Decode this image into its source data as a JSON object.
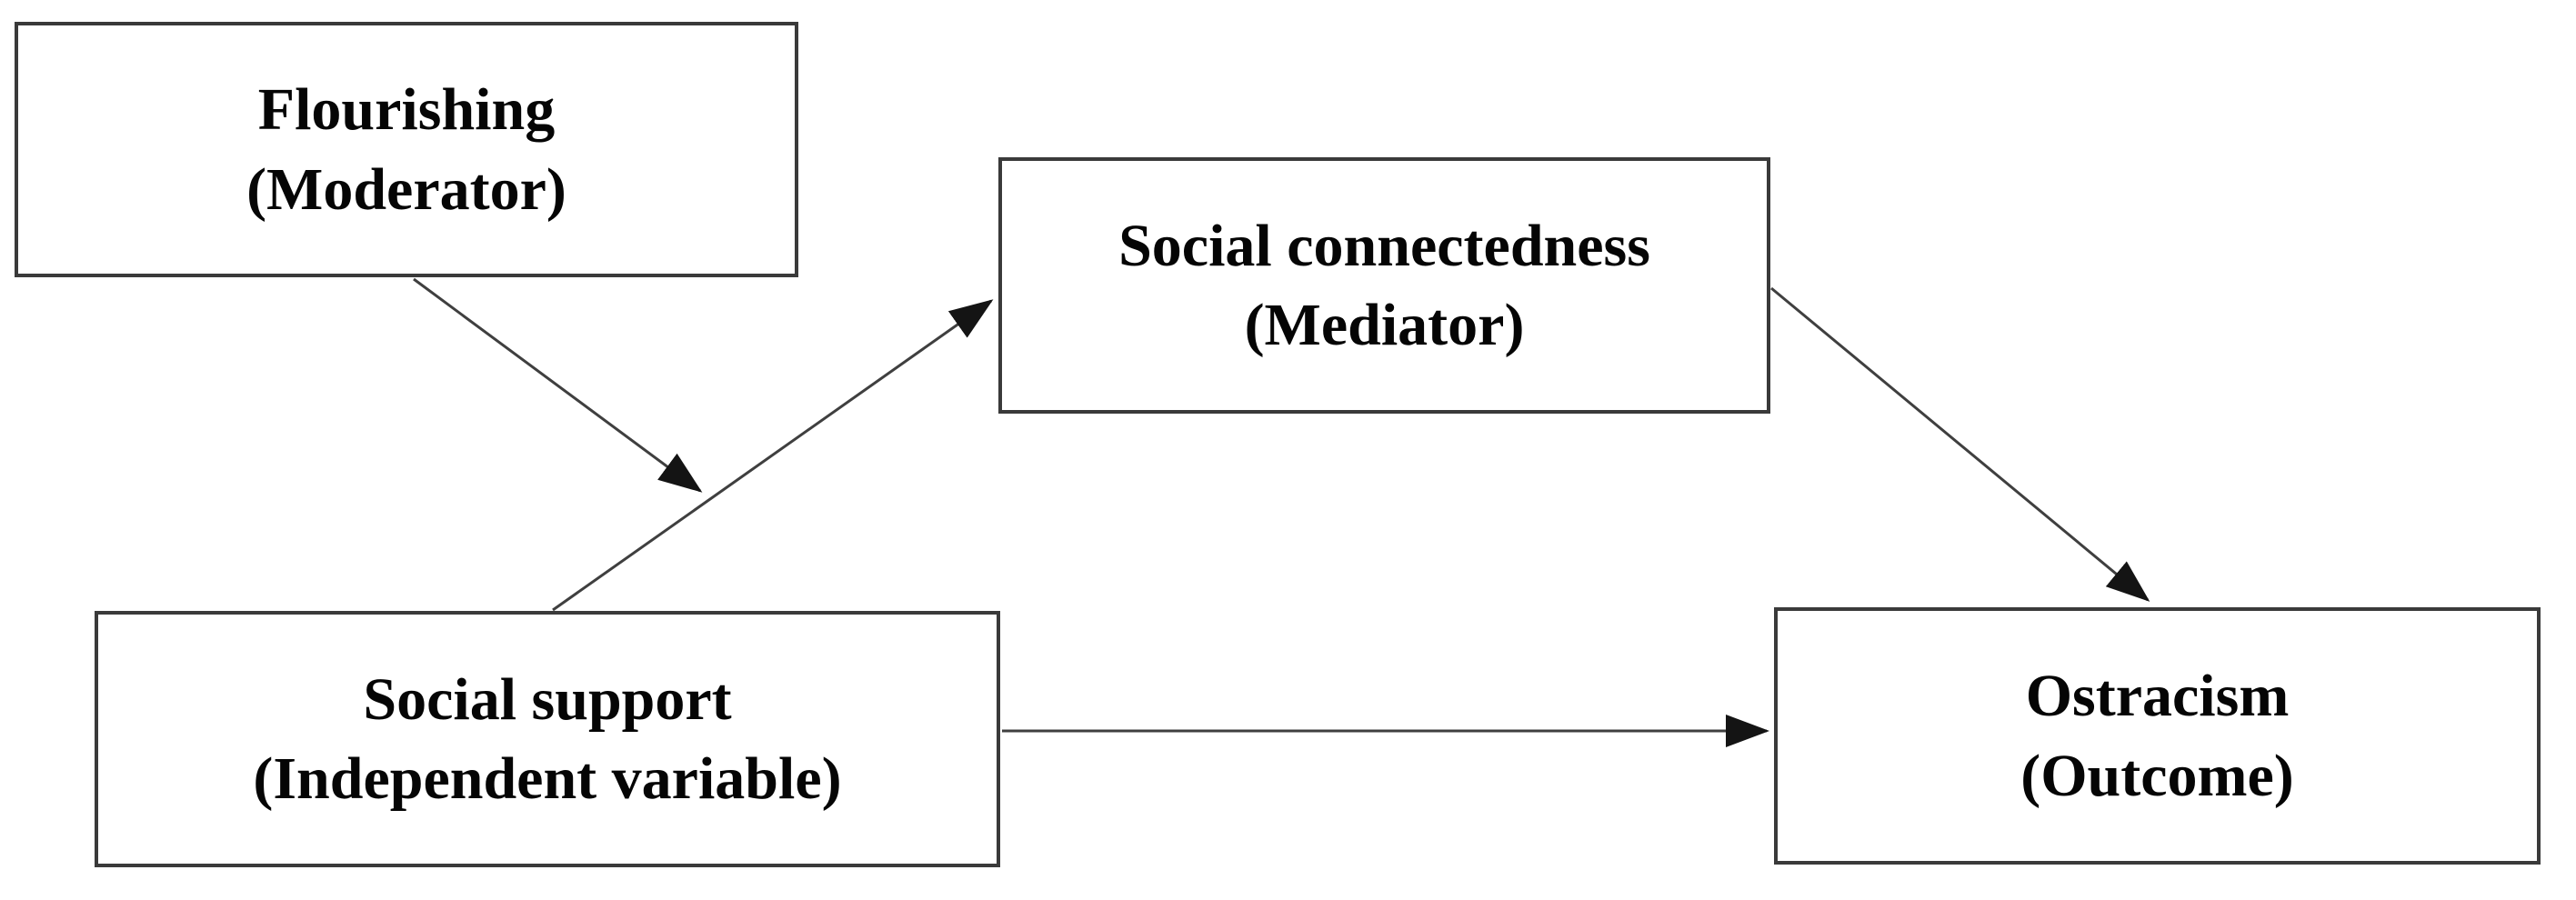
{
  "figure": {
    "type": "path-model-diagram",
    "colors": {
      "bg": "#ffffff",
      "border": "#3a3a3a",
      "line": "#3f3f3f",
      "head": "#141414",
      "text": "#050505"
    },
    "nodes": [
      {
        "id": "flourishing",
        "label": "Flourishing",
        "role": "(Moderator)"
      },
      {
        "id": "social-connectedness",
        "label": "Social connectedness",
        "role": "(Mediator)"
      },
      {
        "id": "social-support",
        "label": "Social support",
        "role": "(Independent variable)"
      },
      {
        "id": "ostracism",
        "label": "Ostracism",
        "role": "(Outcome)"
      }
    ],
    "edges": [
      {
        "name": "support-to-connectedness",
        "from": "social-support",
        "to": "social-connectedness",
        "style": "arrow"
      },
      {
        "name": "connectedness-to-ostracism",
        "from": "social-connectedness",
        "to": "ostracism",
        "style": "arrow"
      },
      {
        "name": "support-to-ostracism",
        "from": "social-support",
        "to": "ostracism",
        "style": "arrow"
      },
      {
        "name": "flourishing-moderation",
        "from": "flourishing",
        "to": "support-to-connectedness-path",
        "style": "arrow"
      }
    ]
  }
}
